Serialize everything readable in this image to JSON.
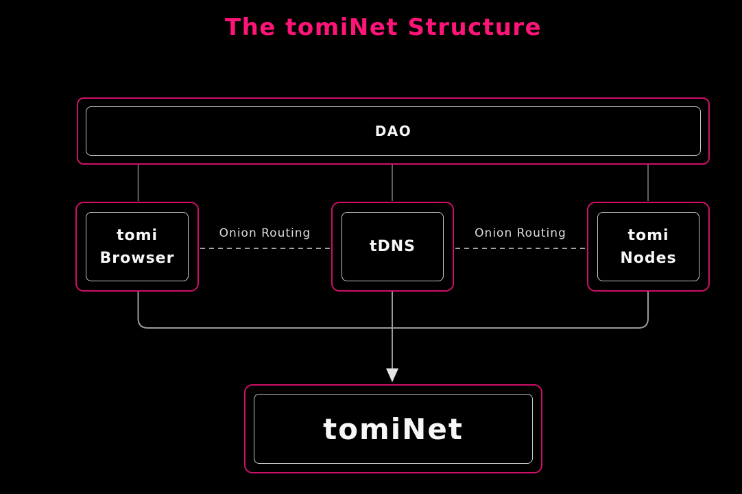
{
  "title": "The tomiNet Structure",
  "nodes": {
    "dao": {
      "label": "DAO"
    },
    "browser": {
      "label": "tomi\nBrowser"
    },
    "tdns": {
      "label": "tDNS"
    },
    "nodes": {
      "label": "tomi\nNodes"
    },
    "tominet": {
      "label": "tomiNet"
    }
  },
  "edges": {
    "onion_left": "Onion Routing",
    "onion_right": "Onion Routing"
  },
  "colors": {
    "background": "#000000",
    "title_pink": "#ff1478",
    "border_pink": "#d01068",
    "inner_border": "#c7c7c7",
    "connector": "#9a9a9a",
    "connector_top": "#8a8a8a",
    "connector_light": "#d8d8d8",
    "text": "#f7f7f7",
    "label_gray": "#dedede"
  }
}
